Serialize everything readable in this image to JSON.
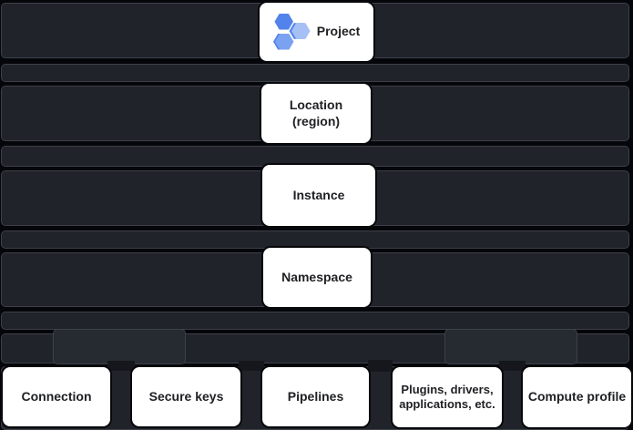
{
  "diagram": {
    "type": "resource-hierarchy",
    "levels": [
      {
        "name": "project",
        "label": "Project",
        "icon": "data-fusion-hexagons-icon"
      },
      {
        "name": "location",
        "label": "Location (region)"
      },
      {
        "name": "instance",
        "label": "Instance"
      },
      {
        "name": "namespace",
        "label": "Namespace"
      }
    ],
    "namespace_children": [
      {
        "name": "connection",
        "label": "Connection"
      },
      {
        "name": "secure-keys",
        "label": "Secure keys"
      },
      {
        "name": "pipelines",
        "label": "Pipelines"
      },
      {
        "name": "plugins",
        "label": "Plugins, drivers, applications, etc."
      },
      {
        "name": "compute-profile",
        "label": "Compute profile"
      }
    ]
  },
  "colors": {
    "background": "#04060a",
    "band_fill": "#20232a",
    "band_border": "#3c4047",
    "band_subrect_fill": "#262a31",
    "notch_fill": "#15171c",
    "box_fill": "#ffffff",
    "box_outline": "#07080b",
    "label_text": "#202124",
    "hex_dark": "#5282eb",
    "hex_medium": "#7ba2f0",
    "hex_light": "#a6c0f6"
  }
}
